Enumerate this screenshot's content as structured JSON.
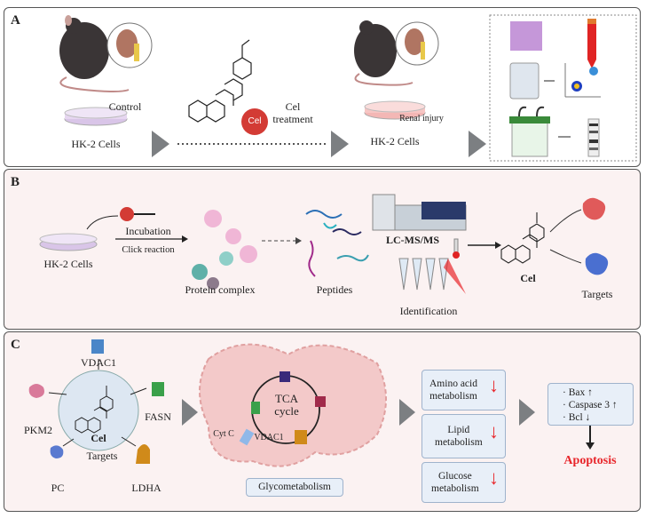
{
  "panels": {
    "a": {
      "label": "A",
      "control": "Control",
      "cells_left": "HK-2 Cells",
      "cel_badge": "Cel",
      "cel_treatment": "Cel\ntreatment",
      "renal_injury": "Renal injury",
      "cells_right": "HK-2 Cells"
    },
    "b": {
      "label": "B",
      "cells": "HK-2 Cells",
      "incubation": "Incubation",
      "click_reaction": "Click reaction",
      "protein_complex": "Protein complex",
      "peptides": "Peptides",
      "lcms": "LC-MS/MS",
      "identification": "Identification",
      "cel": "Cel",
      "targets": "Targets"
    },
    "c": {
      "label": "C",
      "targets_circle": {
        "cel": "Cel",
        "targets": "Targets"
      },
      "proteins": [
        "VDAC1",
        "PKM2",
        "FASN",
        "PC",
        "LDHA"
      ],
      "tca": "TCA\ncycle",
      "cyt_c": "Cyt C",
      "vdac1_mito": "VDAC1",
      "glycometabolism": "Glycometabolism",
      "metabolism_boxes": [
        {
          "text": "Amino acid\nmetabolism",
          "trend": "↓"
        },
        {
          "text": "Lipid\nmetabolism",
          "trend": "↓"
        },
        {
          "text": "Glucose\nmetabolism",
          "trend": "↓"
        }
      ],
      "markers": [
        "· Bax ↑",
        "· Caspase 3 ↑",
        "· Bcl ↓"
      ],
      "apoptosis": "Apoptosis"
    }
  },
  "colors": {
    "panel_bg": "#fbf2f2",
    "down_arrow": "#e8262b",
    "apoptosis": "#e8262b",
    "cel_badge": "#d33b35",
    "triangle": "#7c7f82"
  }
}
